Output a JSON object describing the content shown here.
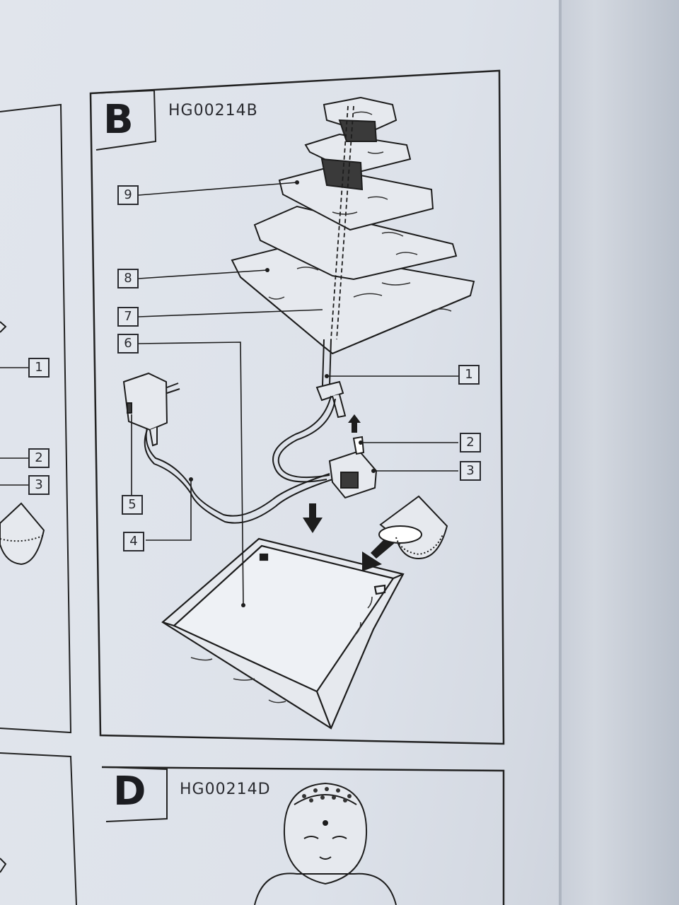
{
  "panel_b": {
    "letter": "B",
    "model": "HG00214B",
    "callouts": [
      {
        "id": "9",
        "label": "9"
      },
      {
        "id": "8",
        "label": "8"
      },
      {
        "id": "7",
        "label": "7"
      },
      {
        "id": "6",
        "label": "6"
      },
      {
        "id": "5",
        "label": "5"
      },
      {
        "id": "4",
        "label": "4"
      },
      {
        "id": "1",
        "label": "1"
      },
      {
        "id": "2",
        "label": "2"
      },
      {
        "id": "3",
        "label": "3"
      }
    ]
  },
  "panel_a_partial": {
    "callouts": [
      {
        "id": "1",
        "label": "1"
      },
      {
        "id": "2",
        "label": "2"
      },
      {
        "id": "3",
        "label": "3"
      }
    ]
  },
  "panel_d": {
    "letter": "D",
    "model": "HG00214D"
  }
}
